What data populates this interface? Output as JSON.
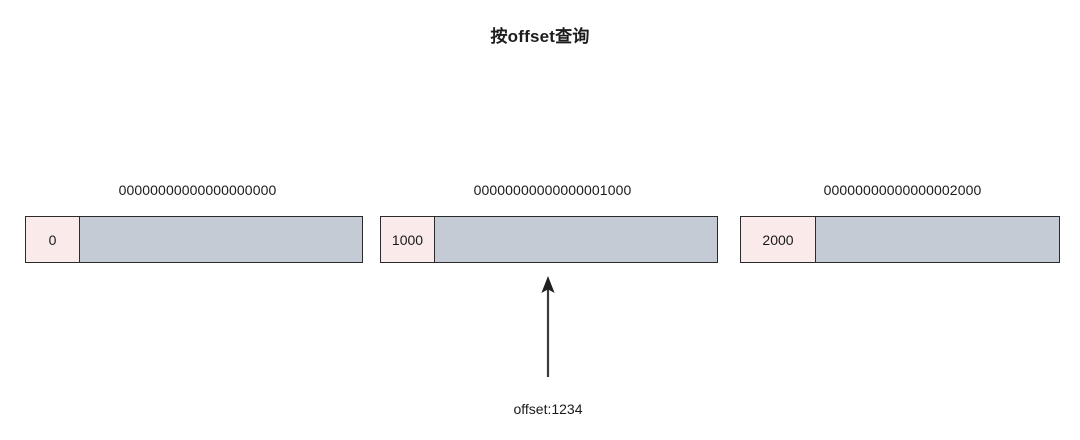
{
  "diagram": {
    "title": "按offset查询",
    "type": "kafka-segment-offset-lookup",
    "colors": {
      "segment_body": "#c5cbd5",
      "offset_cell": "#fbeaea",
      "border": "#2b2b2b",
      "arrow": "#3a3a3a",
      "text": "#1a1a1a",
      "background": "#ffffff"
    },
    "segments": [
      {
        "filename": "00000000000000000000",
        "base_offset": "0"
      },
      {
        "filename": "00000000000000001000",
        "base_offset": "1000"
      },
      {
        "filename": "00000000000000002000",
        "base_offset": "2000"
      }
    ],
    "pointer": {
      "label": "offset:1234",
      "target_segment_index": 1,
      "icon": "up-arrow-icon"
    }
  }
}
